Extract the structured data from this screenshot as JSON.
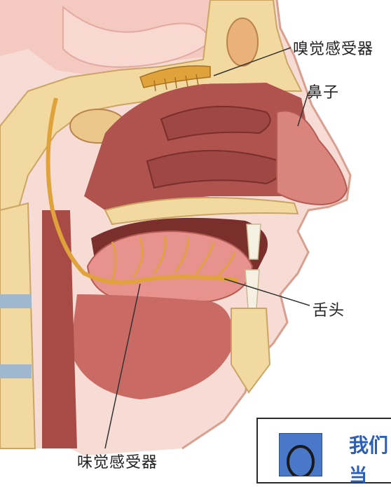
{
  "labels": {
    "olfactory_receptor": "嗅觉感受器",
    "nose": "鼻子",
    "tongue": "舌头",
    "taste_receptor": "味觉感受器"
  },
  "callout": {
    "title": "我们",
    "sub": "当",
    "icon": "q-letter-icon",
    "accent_color": "#2a5fb8"
  },
  "colors": {
    "tissue_red": "#b0524e",
    "cavity_dark": "#7a2f2c",
    "bone_yellow": "#f2d9a0",
    "nerve_gold": "#e0a23a",
    "skin": "#f6dcd4"
  }
}
